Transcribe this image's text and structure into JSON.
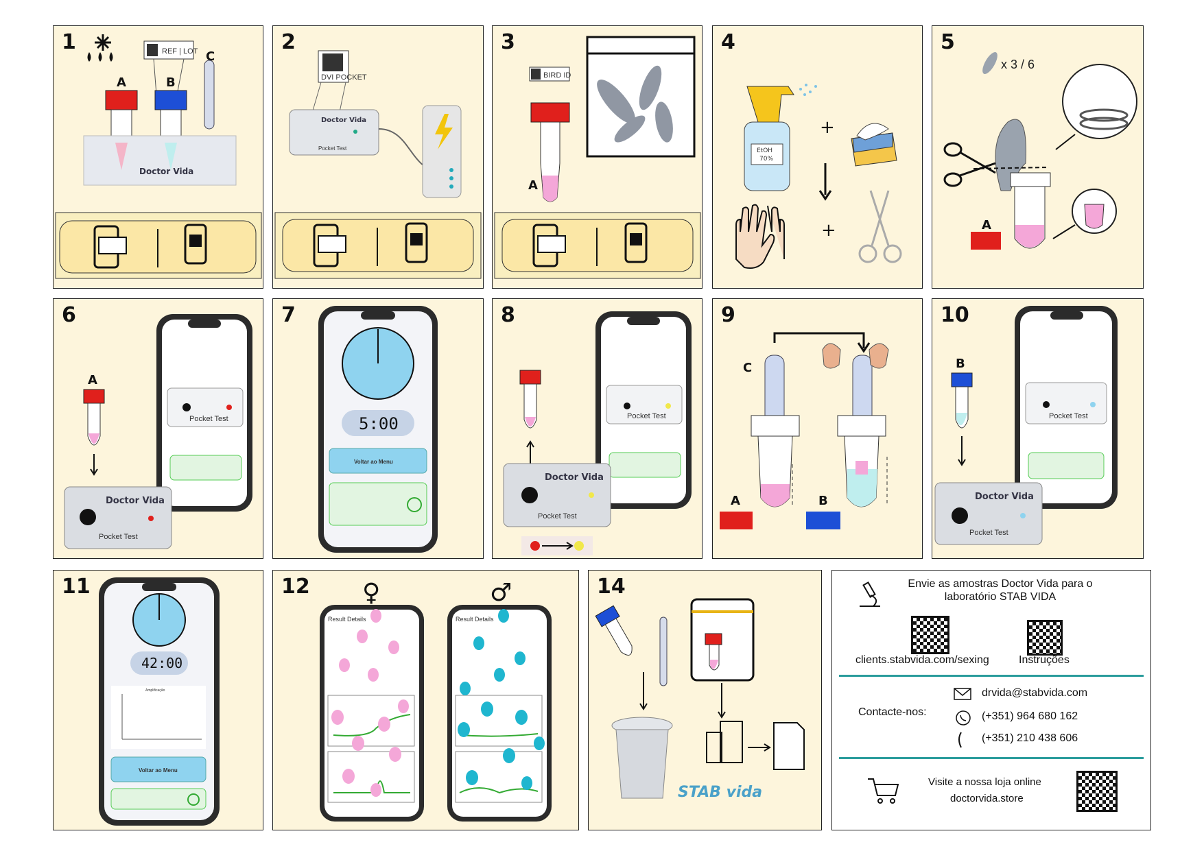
{
  "panels": {
    "p1": {
      "num": "1",
      "labels": [
        "A",
        "B",
        "C"
      ],
      "tag": "REF | LOT",
      "brand": "Doctor Vida"
    },
    "p2": {
      "num": "2",
      "tag": "DVI POCKET",
      "device_brand": "Doctor Vida",
      "device_name": "Pocket Test"
    },
    "p3": {
      "num": "3",
      "tag": "BIRD ID",
      "label": "A"
    },
    "p4": {
      "num": "4",
      "bottle": "EtOH\n70%",
      "plus": "+",
      "plus2": "+"
    },
    "p5": {
      "num": "5",
      "count": "x 3 / 6",
      "label": "A"
    },
    "p6": {
      "num": "6",
      "label": "A",
      "device_brand": "Doctor Vida",
      "device_name": "Pocket Test"
    },
    "p7": {
      "num": "7",
      "timer": "5:00",
      "menu_btn": "Voltar ao Menu"
    },
    "p8": {
      "num": "8",
      "device_brand": "Doctor Vida",
      "device_name": "Pocket Test"
    },
    "p9": {
      "num": "9",
      "labels": [
        "C",
        "A",
        "B"
      ]
    },
    "p10": {
      "num": "10",
      "label": "B",
      "device_brand": "Doctor Vida",
      "device_name": "Pocket Test"
    },
    "p11": {
      "num": "11",
      "timer": "42:00",
      "chart_title": "Amplificação",
      "menu_btn": "Voltar ao Menu"
    },
    "p12": {
      "num": "12",
      "female_symbol": "♀",
      "male_symbol": "♂",
      "header": "Result Details"
    },
    "p14": {
      "num": "14",
      "lab_logo": "STAB vida"
    }
  },
  "info": {
    "send_text": "Envie as amostras Doctor Vida para o laboratório STAB VIDA",
    "link1": "clients.stabvida.com/sexing",
    "link2": "Instruções",
    "contact_label": "Contacte-nos:",
    "email": "drvida@stabvida.com",
    "whatsapp": "(+351) 964 680 162",
    "phone": "(+351) 210 438 606",
    "store_text": "Visite a nossa loja online",
    "store_url": "doctorvida.store"
  },
  "colors": {
    "panel_bg": "#fdf5dc",
    "cap_red": "#e0201c",
    "cap_blue": "#1d4fd6",
    "timer_blue": "#8fd3ef",
    "accent_teal": "#2b9c9c",
    "balloon_pink": "#f4a7d8",
    "balloon_cyan": "#1fb6cf"
  }
}
